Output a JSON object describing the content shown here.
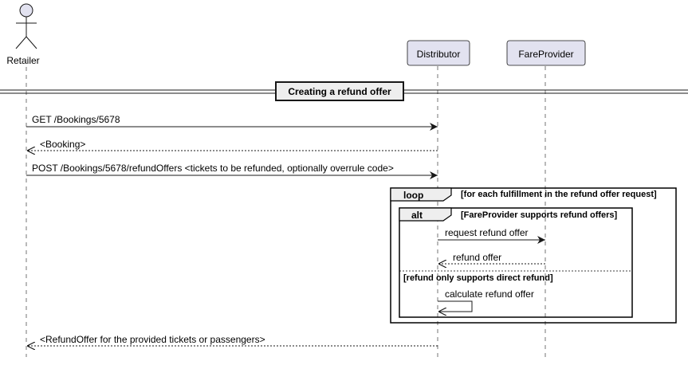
{
  "participants": {
    "retailer": "Retailer",
    "distributor": "Distributor",
    "fare_provider": "FareProvider"
  },
  "section": {
    "title": "Creating a refund offer"
  },
  "messages": {
    "get_booking": "GET /Bookings/5678",
    "booking_response": "<Booking>",
    "post_refund_offers": "POST /Bookings/5678/refundOffers <tickets to be refunded,  optionally overrule code>",
    "request_refund_offer": "request refund offer",
    "refund_offer_response": "refund offer",
    "calculate_refund_offer": "calculate refund offer",
    "refund_offer_result": "<RefundOffer for the provided tickets or passengers>"
  },
  "fragments": {
    "loop": {
      "keyword": "loop",
      "condition": "[for each fulfillment in the refund offer request]"
    },
    "alt": {
      "keyword": "alt",
      "condition": "[FareProvider supports refund offers]",
      "else_condition": "[refund only supports direct refund]"
    }
  },
  "colors": {
    "participant_fill": "#e2e2f0",
    "participant_stroke": "#181818",
    "line": "#181818",
    "lifeline": "#181818"
  }
}
